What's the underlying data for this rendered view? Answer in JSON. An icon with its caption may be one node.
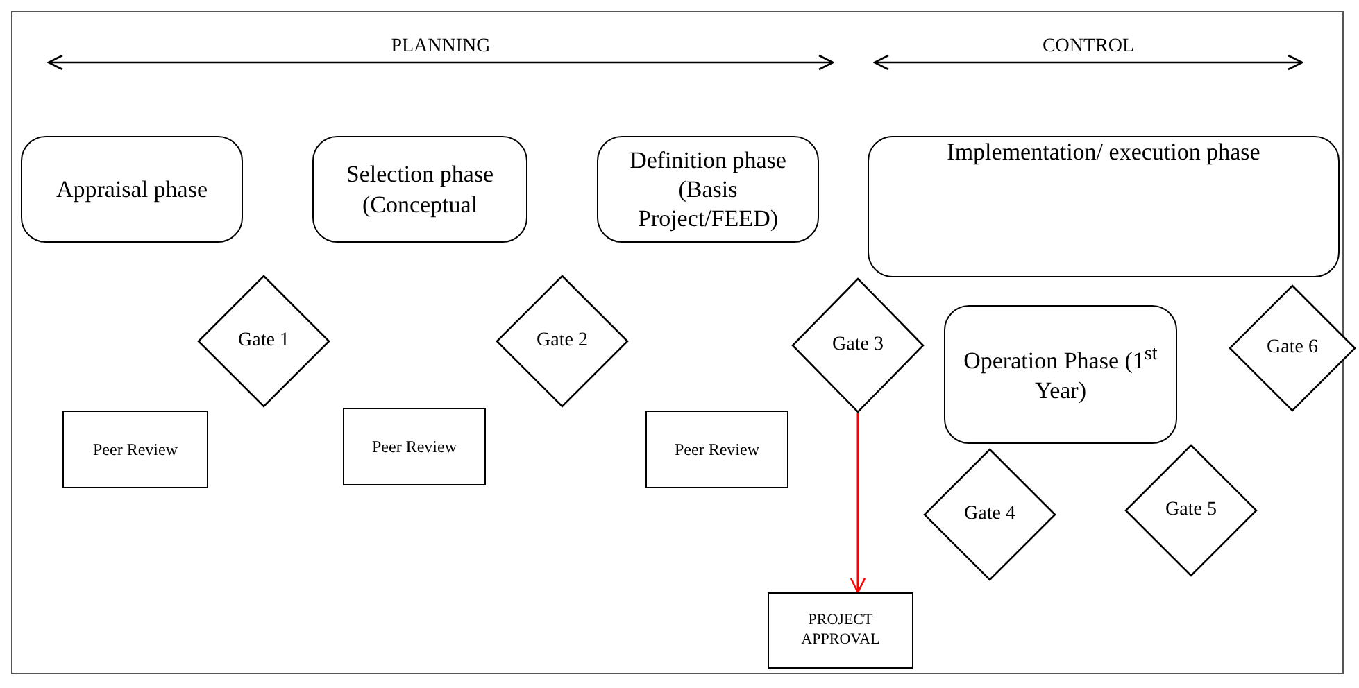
{
  "diagram": {
    "nodes": [
      {
        "text": [
          "Appraisal phase"
        ]
      },
      {
        "text": [
          "Selection phase (Conceptual"
        ]
      },
      {
        "text": [
          "Definition phase (Basis Project/FEED)"
        ]
      },
      {
        "text": [
          "Implementation/ execution phase"
        ]
      },
      {
        "text": [
          "Gate 1"
        ]
      },
      {
        "text": [
          "Gate 2"
        ]
      },
      {
        "text": [
          "Gate 3"
        ]
      },
      {
        "text": [
          "Operation Phase (1$^{st}$ Year)"
        ]
      },
      {
        "text": [
          "Gate 6"
        ]
      },
      {
        "text": [
          "Peer Review"
        ]
      },
      {
        "text": [
          "Peer Review"
        ]
      },
      {
        "text": [
          "Peer Review"
        ]
      },
      {
        "text": [
          "Gate 4"
        ]
      },
      {
        "text": [
          "Gate 5"
        ]
      },
      {
        "text": [
          "PROJECT APPROVAL"
        ]
      }
    ],
    "edges": [
      {
        "from": 6,
        "to": 14,
        "arrow": "to",
        "color": "#ff0000"
      }
    ],
    "labels": [
      "PLANNING",
      "CONTROL"
    ]
  }
}
